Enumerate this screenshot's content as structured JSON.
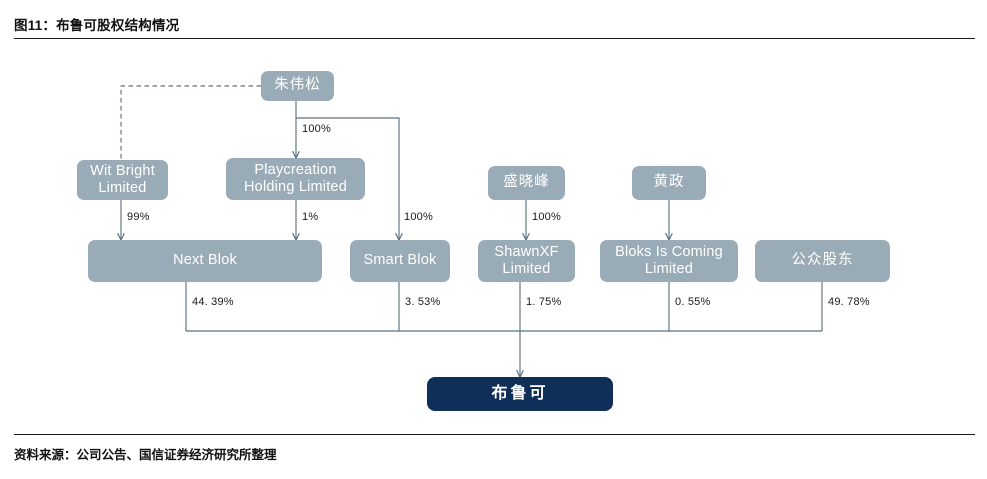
{
  "figure": {
    "title": "图11：布鲁可股权结构情况",
    "source": "资料来源：公司公告、国信证券经济研究所整理"
  },
  "colors": {
    "node_fill": "#9aabb8",
    "node_text": "#ffffff",
    "target_fill": "#0f2e58",
    "connector": "#5b7184",
    "rule": "#1b1b1b",
    "label_text": "#1a1a1a",
    "background": "#ffffff"
  },
  "nodes": {
    "zhu_weisong": {
      "label": "朱伟松",
      "script": "cjk"
    },
    "sheng_xiaofeng": {
      "label": "盛晓峰",
      "script": "cjk"
    },
    "huang_zheng": {
      "label": "黄政",
      "script": "cjk"
    },
    "wit_bright": {
      "label": "Wit Bright Limited",
      "script": "latin"
    },
    "playcreation": {
      "label": "Playcreation Holding Limited",
      "script": "latin"
    },
    "next_blok": {
      "label": "Next Blok",
      "script": "latin"
    },
    "smart_blok": {
      "label": "Smart Blok",
      "script": "latin"
    },
    "shawnxf": {
      "label": "ShawnXF Limited",
      "script": "latin"
    },
    "bloks_is_coming": {
      "label": "Bloks Is Coming Limited",
      "script": "latin"
    },
    "public_shareholders": {
      "label": "公众股东",
      "script": "cjk"
    },
    "bloks_target": {
      "label": "布鲁可",
      "script": "cjk"
    }
  },
  "edges": [
    {
      "from": "zhu_weisong",
      "to": "wit_bright",
      "label": "",
      "style": "dashed"
    },
    {
      "from": "zhu_weisong",
      "to": "playcreation",
      "label": "100%",
      "style": "solid"
    },
    {
      "from": "zhu_weisong",
      "to": "smart_blok",
      "label": "100%",
      "style": "solid"
    },
    {
      "from": "wit_bright",
      "to": "next_blok",
      "label": "99%",
      "style": "solid"
    },
    {
      "from": "playcreation",
      "to": "next_blok",
      "label": "1%",
      "style": "solid"
    },
    {
      "from": "sheng_xiaofeng",
      "to": "shawnxf",
      "label": "100%",
      "style": "solid"
    },
    {
      "from": "huang_zheng",
      "to": "bloks_is_coming",
      "label": "",
      "style": "solid"
    },
    {
      "from": "next_blok",
      "to": "bloks_target",
      "label": "44. 39%",
      "style": "solid"
    },
    {
      "from": "smart_blok",
      "to": "bloks_target",
      "label": "3. 53%",
      "style": "solid"
    },
    {
      "from": "shawnxf",
      "to": "bloks_target",
      "label": "1. 75%",
      "style": "solid"
    },
    {
      "from": "bloks_is_coming",
      "to": "bloks_target",
      "label": "0. 55%",
      "style": "solid"
    },
    {
      "from": "public_shareholders",
      "to": "bloks_target",
      "label": "49. 78%",
      "style": "solid"
    }
  ],
  "edge_labels": {
    "zhu_to_playcreation": "100%",
    "zhu_to_smart_blok": "100%",
    "wit_to_next": "99%",
    "play_to_next": "1%",
    "sheng_to_shawnxf": "100%",
    "next_to_target": "44. 39%",
    "smart_to_target": "3. 53%",
    "shawnxf_to_target": "1. 75%",
    "bloks_coming_to_target": "0. 55%",
    "public_to_target": "49. 78%"
  }
}
